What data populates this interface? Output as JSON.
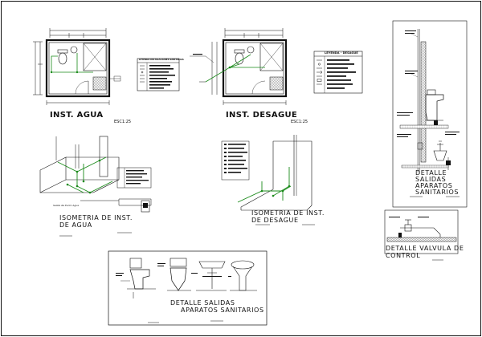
{
  "titles": {
    "inst_agua": "INST. AGUA",
    "inst_agua_scale": "ESC1:25",
    "inst_desague": "INST. DESAGUE",
    "inst_desague_scale": "ESC1:25",
    "iso_agua_line1": "ISOMETRIA DE INST.",
    "iso_agua_line2": "DE AGUA",
    "iso_desague_line1": "ISOMETRIA DE INST.",
    "iso_desague_line2": "DE DESAGUE",
    "detalle_salidas_line1": "DETALLE SALIDAS",
    "detalle_salidas_line2": "APARATOS SANITARIOS",
    "detalle_right_line1": "DETALLE",
    "detalle_right_line2": "SALIDAS",
    "detalle_right_line3": "APARATOS",
    "detalle_right_line4": "SANITARIOS",
    "detalle_valvula_line1": "DETALLE VALVULA DE",
    "detalle_valvula_line2": "CONTROL"
  },
  "legends": {
    "agua_header": "LEYENDA INSTALACIONES SANITARIAS",
    "desague_header": "LEYENDA - DESAGUE"
  },
  "notes": {
    "salida_agua": "Salida de Punto Agua"
  },
  "colors": {
    "line": "#111111",
    "pipe_water": "#1a8a1a",
    "pipe_drain": "#1a8a1a",
    "hatch": "#333333"
  }
}
